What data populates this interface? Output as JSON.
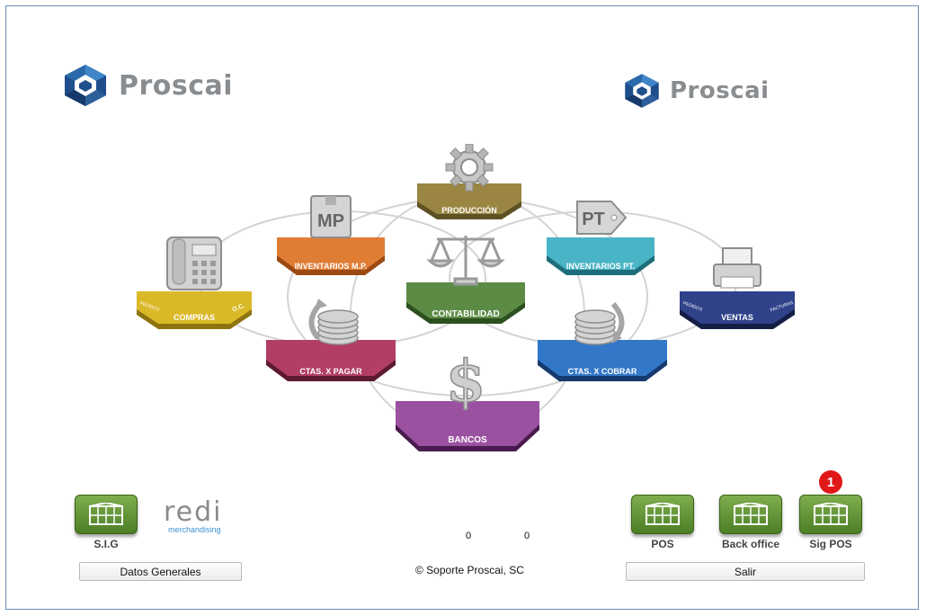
{
  "logos": {
    "left_text": "Proscai",
    "right_text": "Proscai"
  },
  "modules": [
    {
      "label": "PRODUCCIÓN",
      "icon": "gear-icon",
      "color": "#8a7a3c",
      "name": "module-produccion"
    },
    {
      "label": "INVENTARIOS M.P.",
      "icon": "mp-box-icon",
      "color": "#d9732e",
      "name": "module-inventarios-mp"
    },
    {
      "label": "INVENTARIOS PT.",
      "icon": "pt-tag-icon",
      "color": "#3da7b8",
      "name": "module-inventarios-pt"
    },
    {
      "label": "COMPRAS",
      "icon": "phone-icon",
      "color": "#d4b21a",
      "name": "module-compras",
      "side_left": "PEDIDOS",
      "side_right": "O.C."
    },
    {
      "label": "CONTABILIDAD",
      "icon": "scale-icon",
      "color": "#4d7d3a",
      "name": "module-contabilidad"
    },
    {
      "label": "VENTAS",
      "icon": "printer-icon",
      "color": "#2a3c7c",
      "name": "module-ventas",
      "side_left": "PEDIDOS",
      "side_right": "FACTURAS"
    },
    {
      "label": "CTAS. X PAGAR",
      "icon": "coins-arrow-icon",
      "color": "#a83a5a",
      "name": "module-ctas-x-pagar"
    },
    {
      "label": "CTAS. X COBRAR",
      "icon": "coins-arrow-icon",
      "color": "#2b6fc0",
      "name": "module-ctas-x-cobrar"
    },
    {
      "label": "BANCOS",
      "icon": "dollar-icon",
      "color": "#8a3e8e",
      "name": "module-bancos"
    }
  ],
  "bottom_left": {
    "sig_label": "S.I.G",
    "redi_text": "redi",
    "redi_sub": "merchandising",
    "datos_label": "Datos Generales"
  },
  "counters": {
    "a": "0",
    "b": "0"
  },
  "copyright": "©  Soporte Proscai, SC",
  "bottom_right": {
    "pos_label": "POS",
    "backoffice_label": "Back office",
    "sigpos_label": "Sig POS",
    "salir_label": "Salir",
    "badge": "1"
  }
}
